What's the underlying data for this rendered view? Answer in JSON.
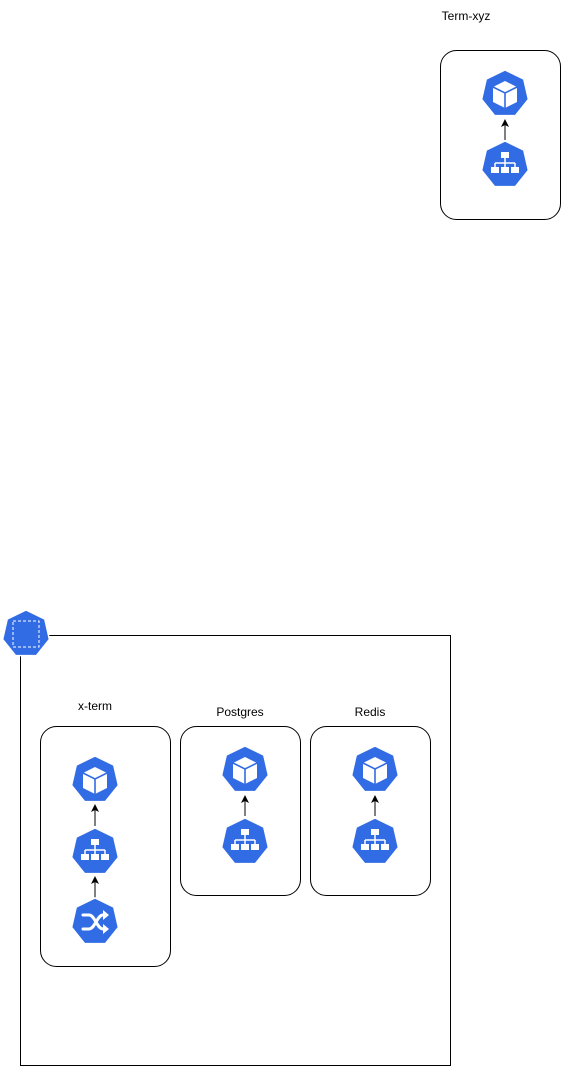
{
  "colors": {
    "k8s_blue": "#326ce5",
    "stroke": "#000000",
    "background": "#ffffff"
  },
  "groups": {
    "term_xyz": {
      "label": "Term-xyz",
      "icons": [
        "pod-icon",
        "service-icon"
      ]
    },
    "x_term": {
      "label": "x-term",
      "icons": [
        "pod-icon",
        "service-icon",
        "ingress-icon"
      ]
    },
    "postgres": {
      "label": "Postgres",
      "icons": [
        "pod-icon",
        "service-icon"
      ]
    },
    "redis": {
      "label": "Redis",
      "icons": [
        "pod-icon",
        "service-icon"
      ]
    }
  },
  "cluster": {
    "icon": "node-icon"
  }
}
